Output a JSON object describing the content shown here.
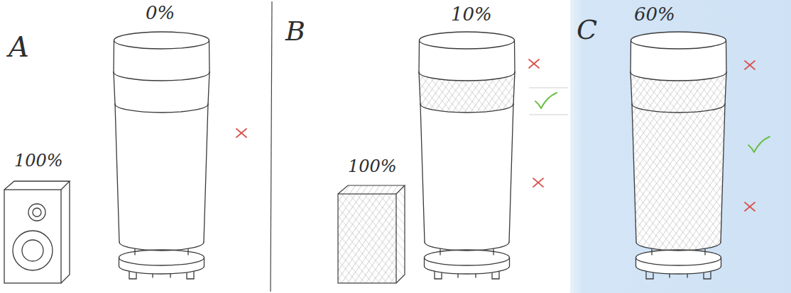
{
  "diagram": {
    "labels": [
      "A",
      "0%",
      "100%",
      "B",
      "10%",
      "100%",
      "C",
      "60%"
    ]
  }
}
